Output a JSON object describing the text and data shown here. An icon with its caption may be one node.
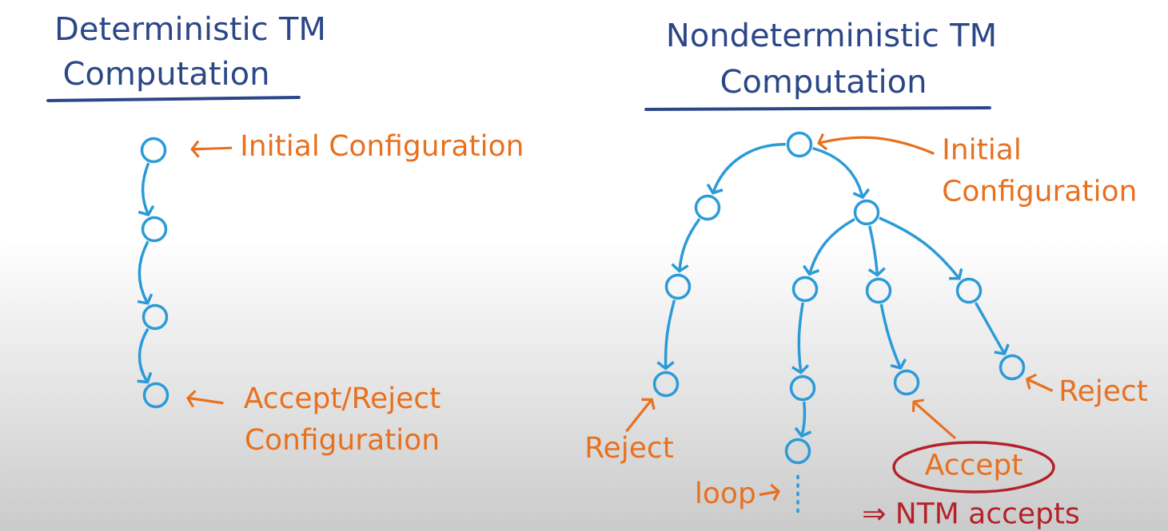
{
  "diagram": {
    "nodes": [
      {
        "text": [],
        "shape": "circle"
      },
      {
        "text": [
          "Initial Configuration"
        ]
      },
      {
        "text": [],
        "shape": "circle"
      },
      {
        "text": [],
        "shape": "circle"
      },
      {
        "text": [],
        "shape": "circle"
      },
      {
        "text": [
          "Accept/Reject Configuration"
        ]
      },
      {
        "text": [],
        "shape": "circle"
      },
      {
        "text": [
          "Initial Configuration"
        ]
      },
      {
        "text": [],
        "shape": "circle"
      },
      {
        "text": [],
        "shape": "circle"
      },
      {
        "text": [],
        "shape": "circle"
      },
      {
        "text": [],
        "shape": "circle"
      },
      {
        "text": [],
        "shape": "circle"
      },
      {
        "text": [],
        "shape": "circle"
      },
      {
        "text": [],
        "shape": "circle"
      },
      {
        "text": [],
        "shape": "circle"
      },
      {
        "text": [],
        "shape": "circle"
      },
      {
        "text": [],
        "shape": "circle"
      },
      {
        "text": [
          "Reject"
        ]
      },
      {
        "text": [
          "Reject"
        ]
      },
      {
        "text": [],
        "shape": "circle"
      },
      {
        "text": [
          "Accept"
        ]
      },
      {
        "text": [
          "loop"
        ]
      }
    ],
    "edges": [
      {
        "from": 0,
        "to": 2,
        "arrow": "to"
      },
      {
        "from": 2,
        "to": 3,
        "arrow": "to"
      },
      {
        "from": 3,
        "to": 4,
        "arrow": "to"
      },
      {
        "from": 1,
        "to": 0,
        "arrow": "to",
        "color": "#e8701f"
      },
      {
        "from": 5,
        "to": 4,
        "arrow": "to",
        "color": "#e8701f"
      },
      {
        "from": 6,
        "to": 8,
        "arrow": "to"
      },
      {
        "from": 6,
        "to": 9,
        "arrow": "to"
      },
      {
        "from": 7,
        "to": 6,
        "arrow": "to",
        "color": "#e8701f"
      },
      {
        "from": 8,
        "to": 10,
        "arrow": "to"
      },
      {
        "from": 9,
        "to": 11,
        "arrow": "to"
      },
      {
        "from": 9,
        "to": 12,
        "arrow": "to"
      },
      {
        "from": 9,
        "to": 13,
        "arrow": "to"
      },
      {
        "from": 10,
        "to": 14,
        "arrow": "to"
      },
      {
        "from": 11,
        "to": 15,
        "arrow": "to"
      },
      {
        "from": 12,
        "to": 16,
        "arrow": "to"
      },
      {
        "from": 13,
        "to": 17,
        "arrow": "to"
      },
      {
        "from": 18,
        "to": 17,
        "arrow": "to",
        "color": "#e8701f"
      },
      {
        "from": 19,
        "to": 14,
        "arrow": "to",
        "color": "#e8701f"
      },
      {
        "from": 15,
        "to": 20,
        "arrow": "to"
      },
      {
        "from": 20,
        "to": null,
        "arrow": "none",
        "style": "dashed"
      },
      {
        "from": 21,
        "to": 16,
        "arrow": "to",
        "color": "#e8701f"
      },
      {
        "from": 22,
        "to": null,
        "arrow": "to",
        "color": "#e8701f"
      }
    ],
    "labels": [
      "Deterministic TM Computation",
      "Nondeterministic TM Computation",
      "⇒ NTM accepts"
    ]
  }
}
